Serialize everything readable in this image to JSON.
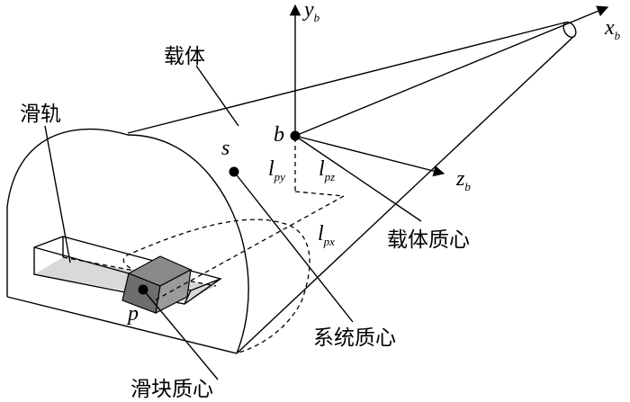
{
  "labels": {
    "carrier": "载体",
    "rail": "滑轨",
    "carrier_centroid": "载体质心",
    "system_centroid": "系统质心",
    "slider_centroid": "滑块质心"
  },
  "axes": {
    "x_main": "x",
    "x_sub": "b",
    "y_main": "y",
    "y_sub": "b",
    "z_main": "z",
    "z_sub": "b"
  },
  "points": {
    "b": "b",
    "s": "s",
    "p": "p"
  },
  "offsets": {
    "py_main": "l",
    "py_sub": "py",
    "pz_main": "l",
    "pz_sub": "pz",
    "px_main": "l",
    "px_sub": "px"
  },
  "colors": {
    "line": "#000000",
    "rail_fill": "#d9d9d9",
    "slider_top": "#8a8a8a",
    "slider_front": "#6e6e6e",
    "slider_side": "#9b9b9b"
  }
}
